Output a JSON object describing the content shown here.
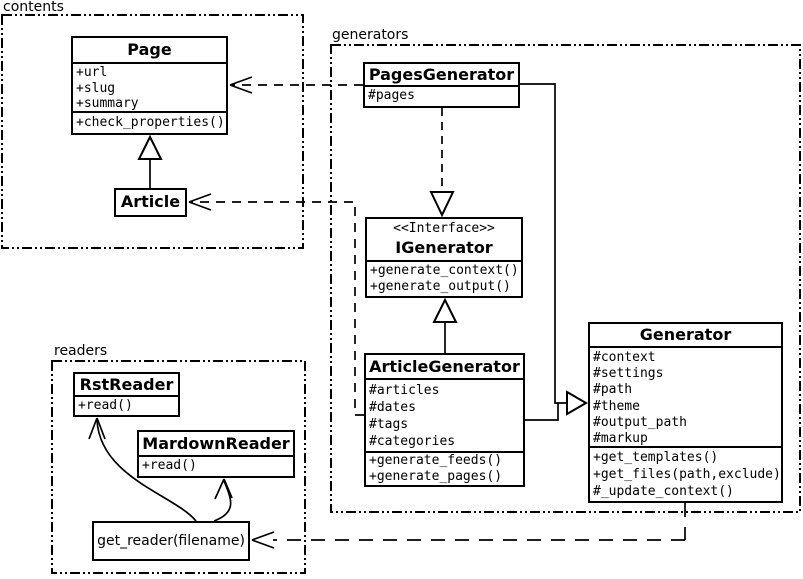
{
  "colors": {
    "line": "#000000",
    "background": "#ffffff",
    "box_fill": "#ffffff"
  },
  "packages": {
    "contents": {
      "label": "contents"
    },
    "generators": {
      "label": "generators"
    },
    "readers": {
      "label": "readers"
    }
  },
  "classes": {
    "page": {
      "title": "Page",
      "attrs": [
        "+url",
        "+slug",
        "+summary"
      ],
      "methods": [
        "+check_properties()"
      ]
    },
    "article": {
      "title": "Article"
    },
    "pages_generator": {
      "title": "PagesGenerator",
      "attrs": [
        "#pages"
      ]
    },
    "igenerator": {
      "stereotype": "<<Interface>>",
      "title": "IGenerator",
      "methods": [
        "+generate_context()",
        "+generate_output()"
      ]
    },
    "article_generator": {
      "title": "ArticleGenerator",
      "attrs": [
        "#articles",
        "#dates",
        "#tags",
        "#categories"
      ],
      "methods": [
        "+generate_feeds()",
        "+generate_pages()"
      ]
    },
    "generator": {
      "title": "Generator",
      "attrs": [
        "#context",
        "#settings",
        "#path",
        "#theme",
        "#output_path",
        "#markup"
      ],
      "methods": [
        "+get_templates()",
        "+get_files(path,exclude)",
        "#_update_context()"
      ]
    },
    "rst_reader": {
      "title": "RstReader",
      "methods": [
        "+read()"
      ]
    },
    "mardown_reader": {
      "title": "MardownReader",
      "methods": [
        "+read()"
      ]
    },
    "get_reader": {
      "label": "get_reader(filename)"
    }
  }
}
